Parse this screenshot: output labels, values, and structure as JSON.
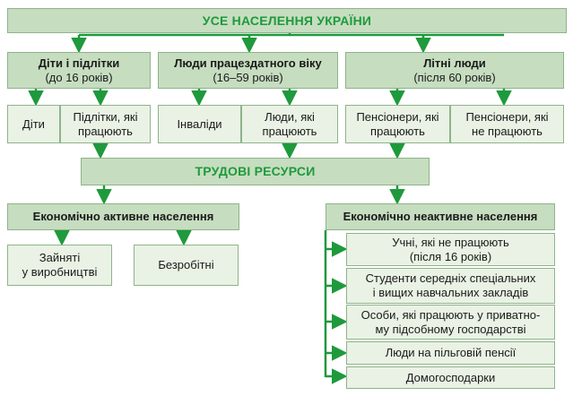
{
  "all_population": "УСЕ НАСЕЛЕННЯ УКРАЇНИ",
  "groups": {
    "children": {
      "title": "Діти і підлітки",
      "sub": "(до 16 років)"
    },
    "working_age": {
      "title": "Люди працездатного віку",
      "sub": "(16–59 років)"
    },
    "elderly": {
      "title": "Літні люди",
      "sub": "(після 60 років)"
    }
  },
  "subgroups": {
    "children": "Діти",
    "working_teens": [
      "Підлітки, які",
      "працюють"
    ],
    "disabled": "Інваліди",
    "working_people": [
      "Люди, які",
      "працюють"
    ],
    "working_pensioners": [
      "Пенсіонери, які",
      "працюють"
    ],
    "nonworking_pensioners": [
      "Пенсіонери, які",
      "не працюють"
    ]
  },
  "labor_resources": "ТРУДОВІ РЕСУРСИ",
  "active": {
    "title": "Економічно активне населення",
    "employed": [
      "Зайняті",
      "у виробництві"
    ],
    "unemployed": "Безробітні"
  },
  "inactive": {
    "title": "Економічно неактивне населення",
    "items": [
      [
        "Учні, які не працюють",
        "(після 16 років)"
      ],
      [
        "Студенти середніх спеціальних",
        "і вищих навчальних закладів"
      ],
      [
        "Особи, які працюють у приватно-",
        "му підсобному господарстві"
      ],
      [
        "Люди на пільговій пенсії"
      ],
      [
        "Домогосподарки"
      ]
    ]
  },
  "colors": {
    "arrow": "#1e9a3c",
    "dark_fill": "#c6ddc0",
    "light_fill": "#e9f2e4",
    "border": "#8fb38a",
    "title_text": "#1e9a3c"
  }
}
